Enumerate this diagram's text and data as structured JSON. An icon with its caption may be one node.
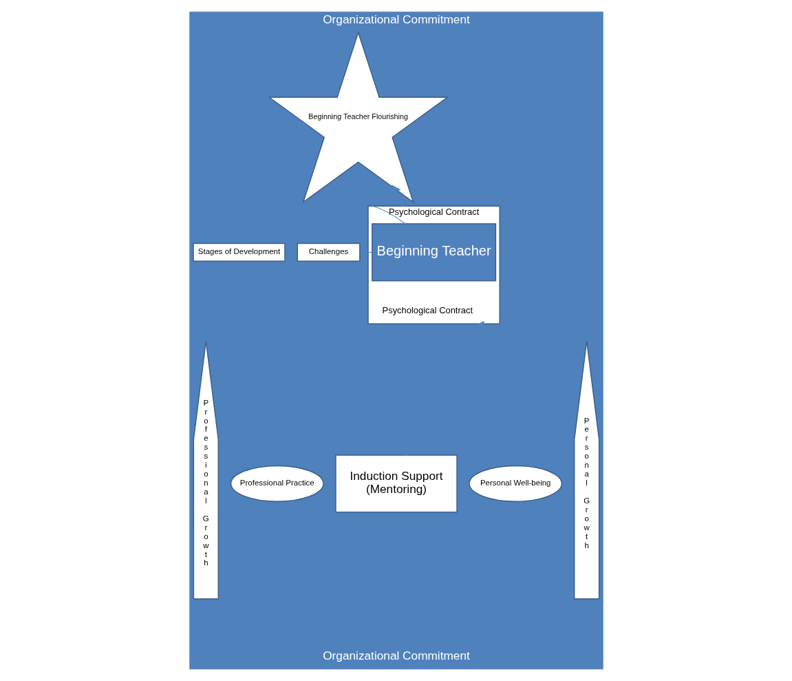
{
  "diagram": {
    "nodes": [
      {
        "text": [
          "Organizational Commitment",
          "Organizational Commitment"
        ]
      },
      {
        "text": [
          "Professional Growth"
        ],
        "in": 0
      },
      {
        "text": [
          "Beginning Teacher Flourishing"
        ],
        "in": 0
      },
      {
        "text": [
          "Personal Growth"
        ],
        "in": 0
      },
      {
        "text": [
          "Psychological Contract",
          "Psychological Contract"
        ],
        "in": 0
      },
      {
        "text": [
          "Challenges"
        ],
        "in": 0
      },
      {
        "text": [
          "Beginning Teacher"
        ],
        "in": 4
      },
      {
        "text": [
          "Stages of Development"
        ],
        "in": 0
      },
      {
        "text": [
          "Professional Practice"
        ],
        "in": 0
      },
      {
        "text": [
          "Induction Support",
          "(Mentoring)"
        ],
        "in": 0
      },
      {
        "text": [
          "Personal Well-being"
        ],
        "in": 0
      }
    ],
    "edges": [
      {
        "from": 9,
        "to": 4,
        "arrow": "to",
        "style": "thick"
      },
      {
        "from": 4,
        "to": 2,
        "arrow": "to",
        "style": "thick"
      },
      {
        "from": 5,
        "to": 6,
        "arrow": "none"
      },
      {
        "from": 6,
        "to": 7,
        "arrow": "none"
      },
      {
        "from": 8,
        "to": 9,
        "arrow": "none"
      },
      {
        "from": 9,
        "to": 10,
        "arrow": "none"
      }
    ]
  }
}
